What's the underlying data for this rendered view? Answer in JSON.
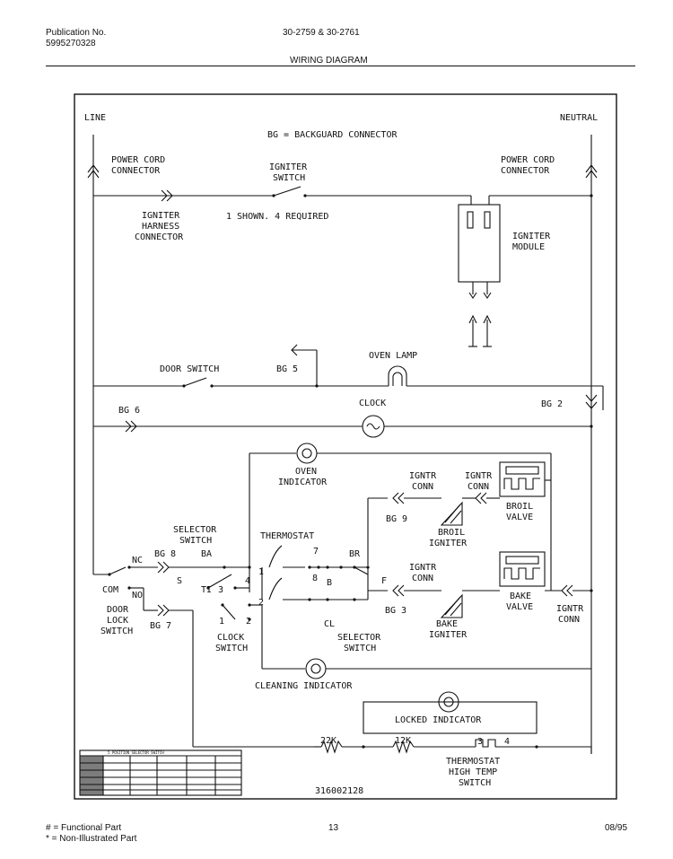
{
  "header": {
    "publication_label": "Publication No.",
    "publication_number": "5995270328",
    "models": "30-2759 & 30-2761",
    "title": "WIRING DIAGRAM"
  },
  "diagram": {
    "line": "LINE",
    "neutral": "NEUTRAL",
    "bg_note": "BG = BACKGUARD CONNECTOR",
    "power_cord_left_1": "POWER CORD",
    "power_cord_left_2": "CONNECTOR",
    "power_cord_right_1": "POWER CORD",
    "power_cord_right_2": "CONNECTOR",
    "igniter_switch_1": "IGNITER",
    "igniter_switch_2": "SWITCH",
    "igniter_harness_1": "IGNITER",
    "igniter_harness_2": "HARNESS",
    "igniter_harness_3": "CONNECTOR",
    "shown_required": "1 SHOWN. 4 REQUIRED",
    "igniter_module_1": "IGNITER",
    "igniter_module_2": "MODULE",
    "oven_lamp": "OVEN LAMP",
    "door_switch": "DOOR SWITCH",
    "bg5": "BG 5",
    "clock": "CLOCK",
    "bg6": "BG 6",
    "bg2": "BG 2",
    "oven_indicator_1": "OVEN",
    "oven_indicator_2": "INDICATOR",
    "igntr_conn_1a": "IGNTR",
    "igntr_conn_1b": "CONN",
    "igntr_conn_2a": "IGNTR",
    "igntr_conn_2b": "CONN",
    "broil_valve_1": "BROIL",
    "broil_valve_2": "VALVE",
    "bg9": "BG 9",
    "broil_igniter_1": "BROIL",
    "broil_igniter_2": "IGNITER",
    "selector_switch_1": "SELECTOR",
    "selector_switch_2": "SWITCH",
    "thermostat": "THERMOSTAT",
    "nc": "NC",
    "bg8": "BG 8",
    "ba": "BA",
    "br": "BR",
    "com": "COM",
    "no": "NO",
    "s": "S",
    "ti": "TI",
    "b": "B",
    "f": "F",
    "n1": "1",
    "n2": "2",
    "n3": "3",
    "n4": "4",
    "n7": "7",
    "n8": "8",
    "igntr_conn_3a": "IGNTR",
    "igntr_conn_3b": "CONN",
    "bake_valve_1": "BAKE",
    "bake_valve_2": "VALVE",
    "igntr_conn_4a": "IGNTR",
    "igntr_conn_4b": "CONN",
    "door_lock_1": "DOOR",
    "door_lock_2": "LOCK",
    "door_lock_3": "SWITCH",
    "bg7": "BG 7",
    "bg3": "BG 3",
    "cl": "CL",
    "bake_igniter_1": "BAKE",
    "bake_igniter_2": "IGNITER",
    "clock_switch_1": "CLOCK",
    "clock_switch_2": "SWITCH",
    "selector_switch2_1": "SELECTOR",
    "selector_switch2_2": "SWITCH",
    "cleaning_indicator": "CLEANING INDICATOR",
    "locked_indicator": "LOCKED INDICATOR",
    "r22k": "22K",
    "r12k": "12K",
    "thermostat_ht_1": "THERMOSTAT",
    "thermostat_ht_2": "HIGH TEMP",
    "thermostat_ht_3": "SWITCH",
    "part_number": "316002128",
    "table_title": "5 POSITION SELECTOR SWITCH"
  },
  "footer": {
    "functional": "# = Functional Part",
    "non_illustrated": "* = Non-Illustrated Part",
    "page": "13",
    "date": "08/95"
  }
}
